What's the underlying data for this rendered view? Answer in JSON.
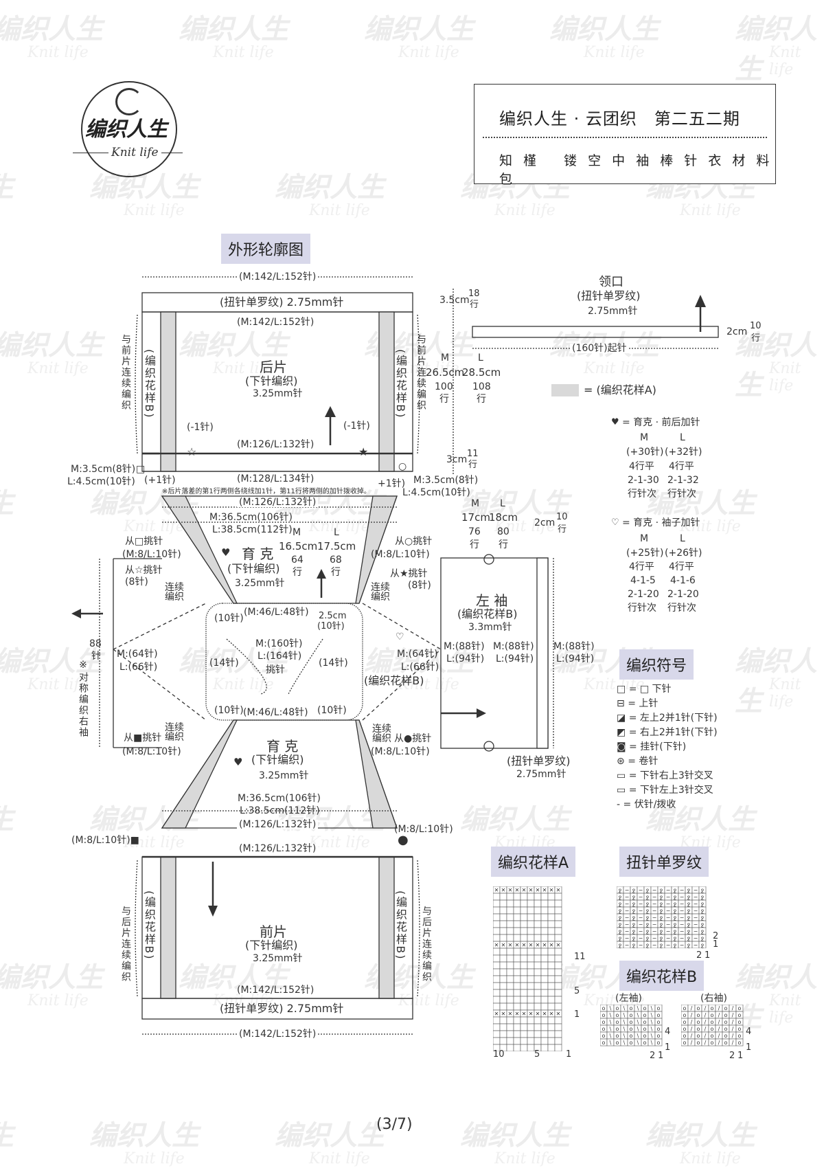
{
  "watermark": {
    "text": "编织人生",
    "sub": "Knit life"
  },
  "logo": {
    "text": "编织人生",
    "sub": "Knit life"
  },
  "header": {
    "title": "编织人生 · 云团织　第二五二期",
    "subtitle": "知 槿　 镂 空 中 袖 棒 针 衣 材 料 包"
  },
  "section_titles": {
    "outline": "外形轮廓图",
    "symbols": "编织符号",
    "patternA": "编织花样A",
    "twisted_rib": "扭针单罗纹",
    "patternB": "编织花样B"
  },
  "back": {
    "top_width": "(M:142/L:152针)",
    "rib_label": "(扭针单罗纹) 2.75mm针",
    "inner_width": "(M:142/L:152针)",
    "title": "后片",
    "technique": "(下针编织)",
    "needle": "3.25mm针",
    "left_side_note": "与前片连续编织",
    "right_side_note": "与前片连续编织",
    "pattern_b_left": "(编织花样B)",
    "pattern_b_right": "(编织花样B)",
    "dec_left": "(-1针)",
    "dec_right": "(-1针)",
    "width_126": "(M:126/L:132针)",
    "width_128": "(M:128/L:134针)",
    "left_m": "M:3.5cm(8针)",
    "left_l": "L:4.5cm(10针)",
    "left_inc": "(+1针)",
    "right_inc": "+1针)",
    "right_m": "M:3.5cm(8针)",
    "right_l": "L:4.5cm(10针)",
    "note": "※后片落差的第1行两侧各绕线加1针，第11行将两侧的加针拨收掉。"
  },
  "heights": {
    "m": "M",
    "l": "L",
    "upper_m_cm": "26.5cm",
    "upper_l_cm": "28.5cm",
    "upper_m_rows": "100",
    "upper_l_rows": "108",
    "row": "行",
    "lower_cm": "3cm",
    "lower_rows": "11"
  },
  "collar": {
    "title": "领口",
    "technique": "(扭针单罗纹)",
    "needle": "2.75mm针",
    "height_cm": "3.5cm",
    "height_rows": "18",
    "row": "行",
    "cast_on": "(160针)起针",
    "right_cm": "2cm",
    "right_rows": "10"
  },
  "legend_a": "= (编织花样A)",
  "yoke_front_back": {
    "heart": "♥",
    "title": "= 育克 · 前后加针",
    "cols": [
      "M",
      "L"
    ],
    "rows": [
      [
        "(+30针)",
        "(+32针)"
      ],
      [
        "4行平",
        "4行平"
      ],
      [
        "2-1-30",
        "2-1-32"
      ],
      [
        "行针次",
        "行针次"
      ]
    ]
  },
  "yoke_sleeve": {
    "heart": "♡",
    "title": "= 育克 · 袖子加针",
    "cols": [
      "M",
      "L"
    ],
    "rows": [
      [
        "(+25针)",
        "(+26针)"
      ],
      [
        "4行平",
        "4行平"
      ],
      [
        "4-1-5",
        "4-1-6"
      ],
      [
        "2-1-20",
        "2-1-20"
      ],
      [
        "行针次",
        "行针次"
      ]
    ]
  },
  "sleeve_dims": {
    "m": "M",
    "l": "L",
    "m_cm": "17cm",
    "l_cm": "18cm",
    "m_rows": "76",
    "l_rows": "80",
    "row": "行",
    "right_cm": "2cm",
    "right_rows": "10"
  },
  "yoke_top": {
    "width_126": "(M:126/L:132针)",
    "m_cm": "M:36.5cm(106针)",
    "l_cm": "L:38.5cm(112针)",
    "title": "育 克",
    "heart": "♥",
    "technique": "(下针编织)",
    "needle": "3.25mm针",
    "m": "M",
    "l": "L",
    "m_cm2": "16.5cm",
    "l_cm2": "17.5cm",
    "m_rows": "64",
    "l_rows": "68",
    "row": "行",
    "cont_left": "连续编织",
    "cont_right": "连续编织",
    "pick_left1": "从□挑针",
    "pick_left1b": "(M:8/L:10针)",
    "pick_left2": "从☆挑针",
    "pick_left2b": "(8针)",
    "pick_right1": "从○挑针",
    "pick_right1b": "(M:8/L:10针)",
    "pick_right2": "从★挑针",
    "pick_right2b": "(8针)",
    "ten1": "(10针)",
    "neck_48": "(M:46/L:48针)",
    "cm25": "2.5cm",
    "ten2": "(10针)"
  },
  "center": {
    "stitches_m": "M:(160针)",
    "stitches_l": "L:(164针)",
    "pick": "挑针",
    "side_14": "(14针)",
    "side_14b": "(14针)",
    "ten3": "(10针)",
    "neck_48b": "(M:46/L:48针)",
    "ten4": "(10针)"
  },
  "right_sleeve": {
    "rows_m": "M:(64针)",
    "rows_l": "L:(66针)",
    "side_note": "※对称编织右袖",
    "rows88": "88",
    "unit": "针"
  },
  "left_sleeve": {
    "title": "左 袖",
    "technique": "(编织花样B)",
    "needle": "3.3mm针",
    "m_in": "M:(64针)",
    "l_in": "L:(66针)",
    "pattern": "(编织花样B)",
    "heart": "♡",
    "m1": "M:(88针)",
    "l1": "L:(94针)",
    "m2": "M:(88针)",
    "l2": "L:(94针)",
    "m3": "M:(88针)",
    "l3": "L:(94针)",
    "cuff": "(扭针单罗纹)",
    "cuff_needle": "2.75mm针"
  },
  "yoke_bottom": {
    "title": "育 克",
    "technique": "(下针编织)",
    "needle": "3.25mm针",
    "heart": "♥",
    "m_cm": "M:36.5cm(106针)",
    "l_cm": "L:38.5cm(112针)",
    "width_126": "(M:126/L:132针)",
    "pick_left": "从■挑针",
    "pick_leftb": "(M:8/L:10针)",
    "cont_left": "连续编织",
    "pick_right": "从●挑针",
    "pick_rightb": "(M:8/L:10针)",
    "cont_right": "连续编织"
  },
  "front": {
    "left_mark": "(M:8/L:10针)■",
    "right_mark": "(M:8/L:10针)",
    "width_126": "(M:126/L:132针)",
    "title": "前片",
    "technique": "(下针编织)",
    "needle": "3.25mm针",
    "left_side_note": "与后片连续编织",
    "right_side_note": "与后片连续编织",
    "pattern_b_left": "(编织花样B)",
    "pattern_b_right": "(编织花样B)",
    "inner_width": "(M:142/L:152针)",
    "rib_label": "(扭针单罗纹) 2.75mm针",
    "bottom_width": "(M:142/L:152针)"
  },
  "symbols": [
    {
      "glyph": "□",
      "text": "= □ 下针"
    },
    {
      "glyph": "⊟",
      "text": "= 上针"
    },
    {
      "glyph": "◪",
      "text": "= 左上2并1针(下针)"
    },
    {
      "glyph": "◩",
      "text": "= 右上2并1针(下针)"
    },
    {
      "glyph": "◙",
      "text": "= 挂针(下针)"
    },
    {
      "glyph": "⊛",
      "text": "= 卷针"
    },
    {
      "glyph": "▭",
      "text": "= 下针右上3针交叉"
    },
    {
      "glyph": "▭",
      "text": "= 下针左上3针交叉"
    },
    {
      "glyph": "-",
      "text": "= 伏针/拨收"
    }
  ],
  "chartA": {
    "row11": "11",
    "row5": "5",
    "row1": "1",
    "col10": "10",
    "col5": "5",
    "col1": "1"
  },
  "chartRib": {
    "r2": "2",
    "r1": "1",
    "c2": "2",
    "c1": "1"
  },
  "chartB": {
    "left": "(左袖)",
    "right": "(右袖)",
    "r4": "4",
    "r1": "1",
    "c2": "2",
    "c1": "1",
    "r4b": "4",
    "r1b": "1",
    "c2b": "2",
    "c1b": "1"
  },
  "page_number": "(3/7)"
}
